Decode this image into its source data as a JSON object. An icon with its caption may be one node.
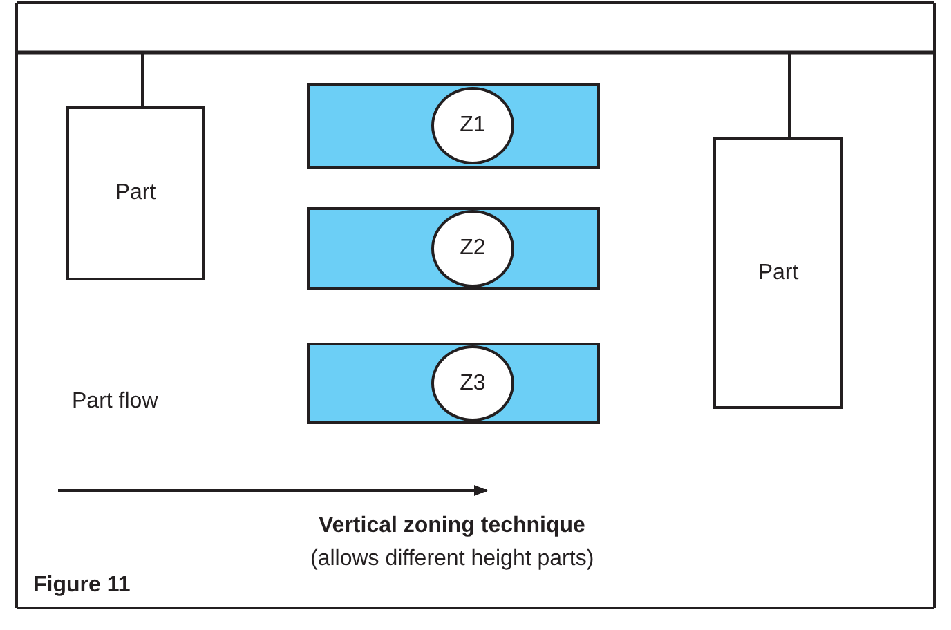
{
  "diagram": {
    "nodes": [
      {
        "text": [
          "Part"
        ]
      },
      {
        "text": [],
        "shape": "box"
      },
      {
        "text": [
          "Z1"
        ],
        "in": 1
      },
      {
        "text": [],
        "shape": "box"
      },
      {
        "text": [
          "Z2"
        ],
        "in": 3
      },
      {
        "text": [],
        "shape": "box"
      },
      {
        "text": [
          "Z3"
        ],
        "in": 5
      },
      {
        "text": [
          "Part"
        ]
      }
    ],
    "labels": [
      "Part flow",
      "Vertical zoning technique",
      "(allows different height parts)",
      "Figure 11"
    ]
  }
}
